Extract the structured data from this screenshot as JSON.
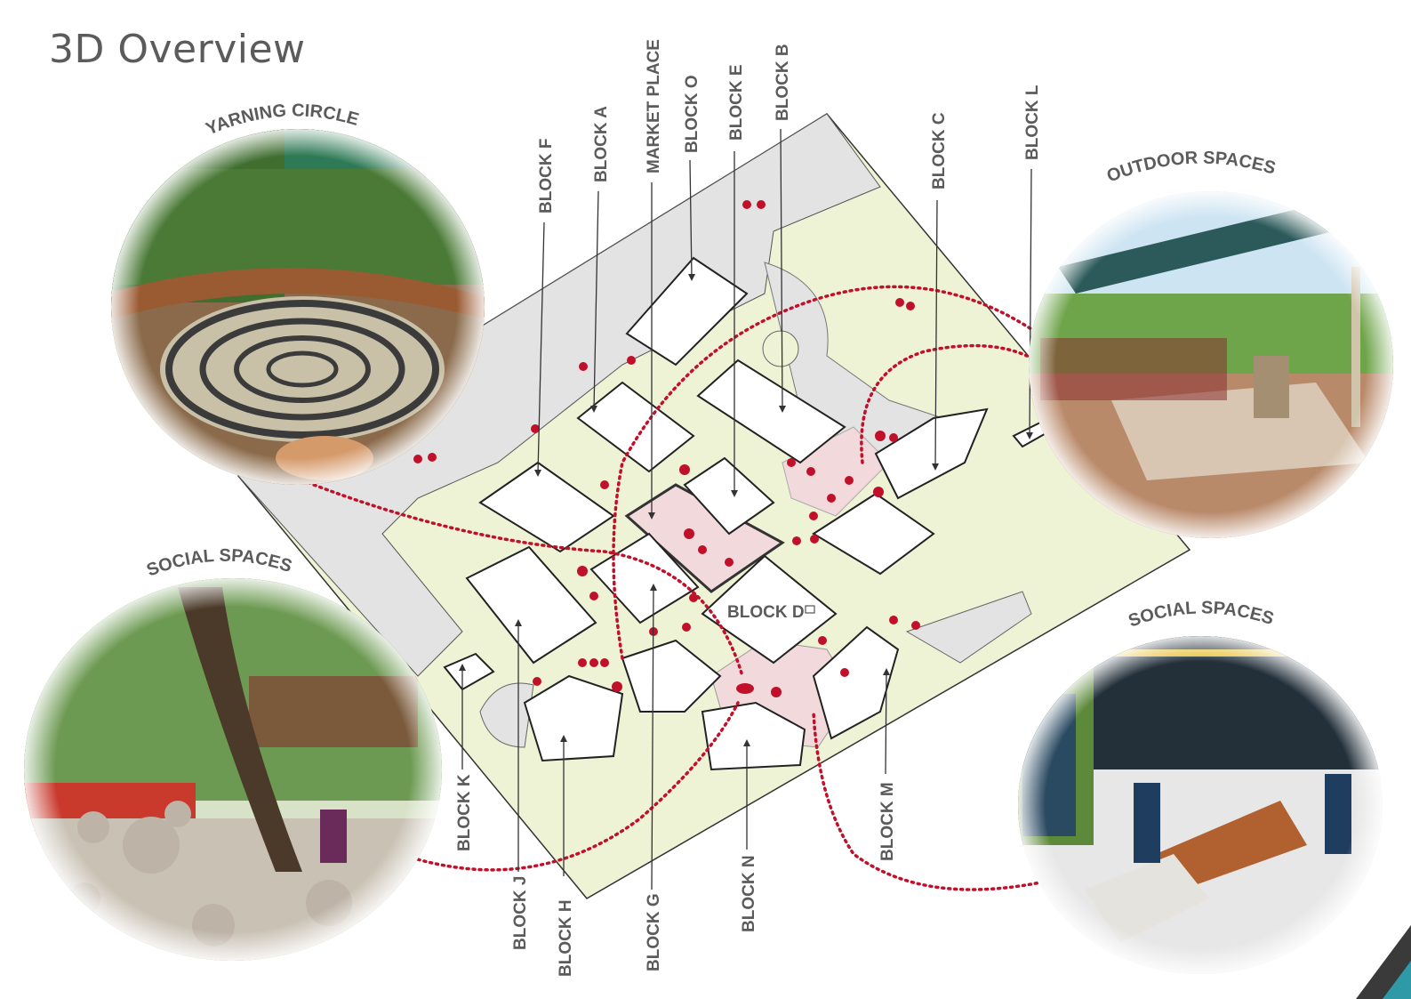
{
  "page": {
    "title": "3D Overview"
  },
  "photos": {
    "yarning_circle": {
      "label": "YARNING CIRCLE"
    },
    "outdoor_spaces": {
      "label": "OUTDOOR SPACES"
    },
    "social_spaces_left": {
      "label": "SOCIAL SPACES"
    },
    "social_spaces_right": {
      "label": "SOCIAL SPACES"
    }
  },
  "blocks": {
    "top": [
      "BLOCK F",
      "BLOCK A",
      "MARKET PLACE",
      "BLOCK O",
      "BLOCK E",
      "BLOCK B",
      "BLOCK C",
      "BLOCK L"
    ],
    "bottom": [
      "BLOCK K",
      "BLOCK J",
      "BLOCK H",
      "BLOCK G",
      "BLOCK N",
      "BLOCK M"
    ],
    "center": "BLOCK D"
  },
  "colors": {
    "path_red": "#c0102a",
    "ground_green": "#eef3d5",
    "paving_grey": "#e3e3e3",
    "plaza_pink": "#f1d9dc",
    "label_grey": "#5b5b5b",
    "accent_teal": "#2e9aa8"
  }
}
